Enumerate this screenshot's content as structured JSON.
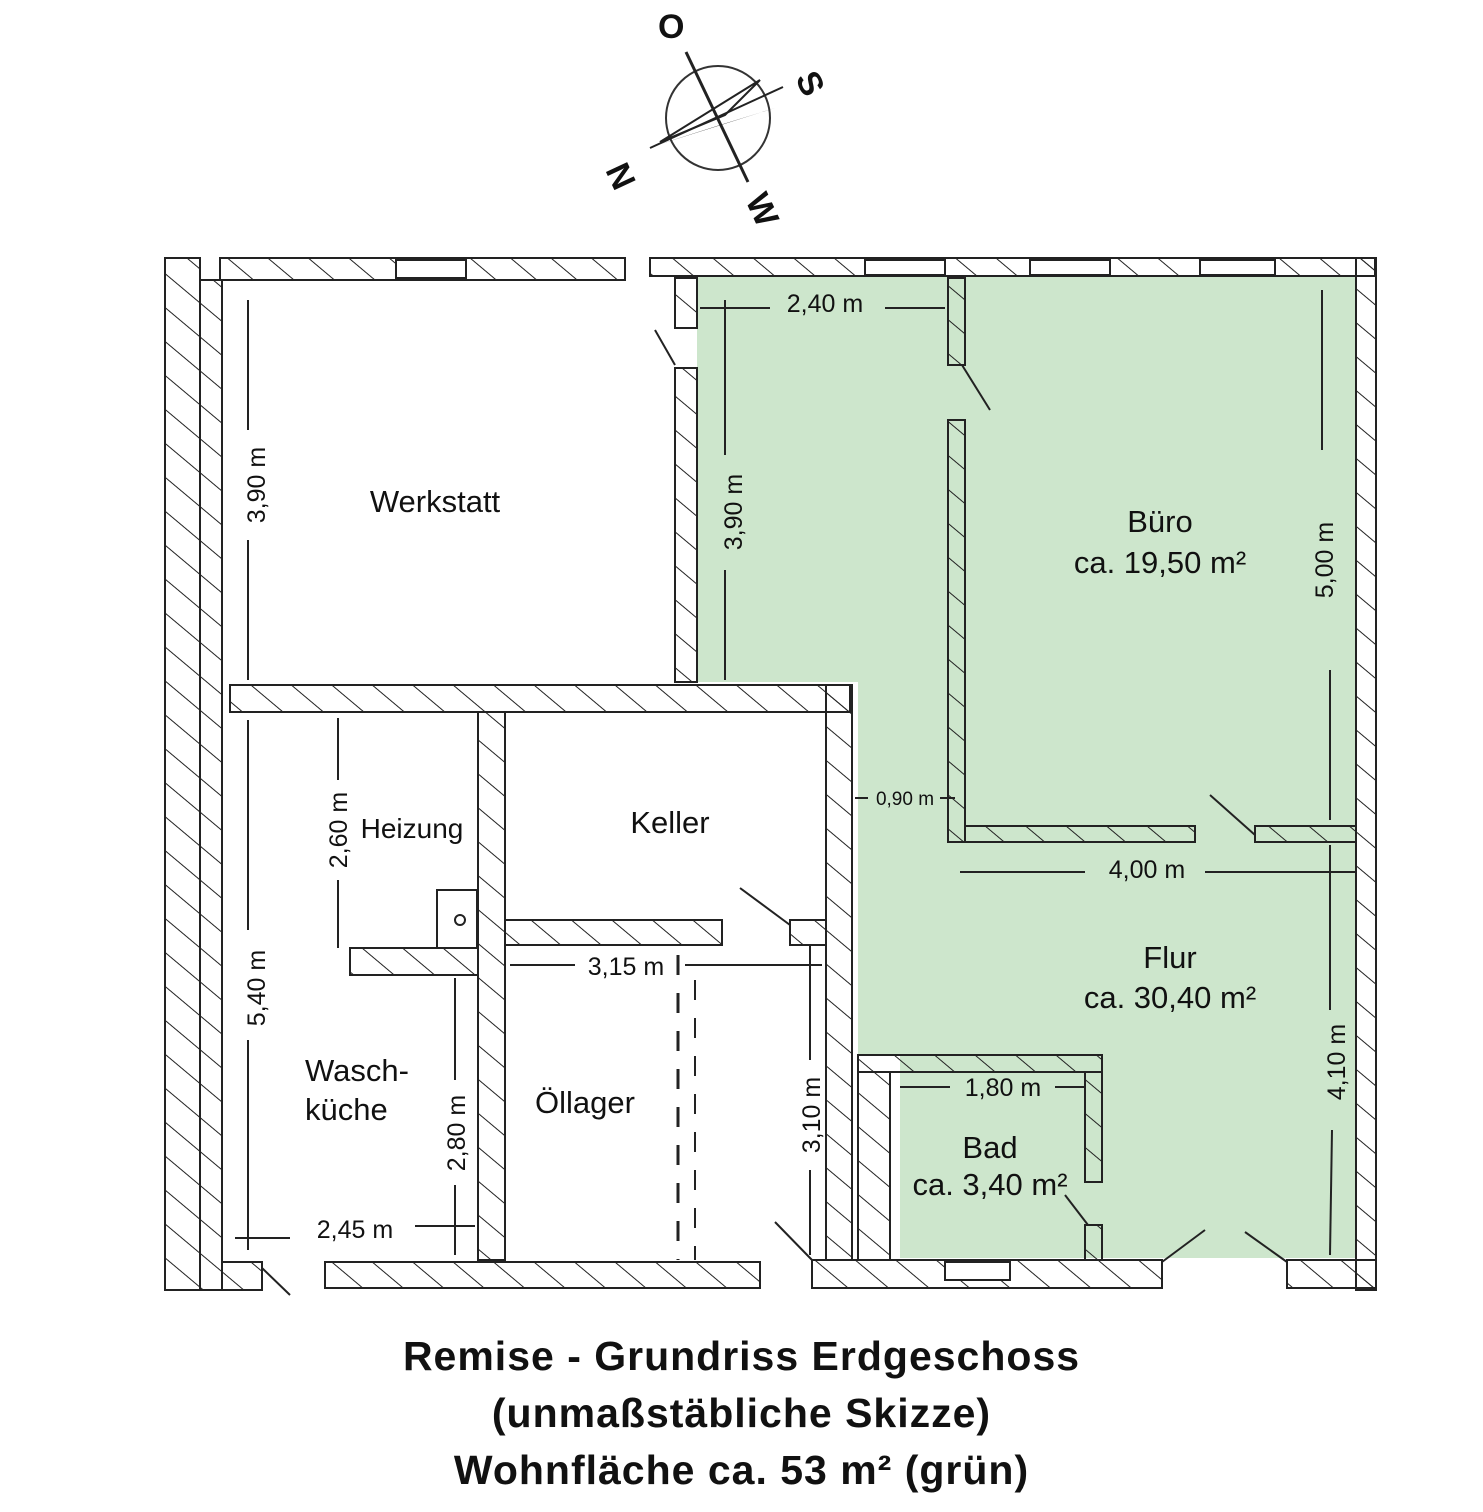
{
  "compass": {
    "north": "N",
    "south": "S",
    "east": "O",
    "west": "W"
  },
  "rooms": {
    "werkstatt": {
      "name": "Werkstatt"
    },
    "buero": {
      "name": "Büro",
      "area": "ca. 19,50 m²"
    },
    "flur": {
      "name": "Flur",
      "area": "ca. 30,40 m²"
    },
    "bad": {
      "name": "Bad",
      "area": "ca. 3,40 m²"
    },
    "heizung": {
      "name": "Heizung"
    },
    "keller": {
      "name": "Keller"
    },
    "waschkueche": {
      "name_line1": "Wasch-",
      "name_line2": "küche"
    },
    "oellager": {
      "name": "Öllager"
    }
  },
  "dimensions": {
    "werkstatt_left": "3,90 m",
    "flur_top": "2,40 m",
    "flur_left": "3,90 m",
    "buero_right": "5,00 m",
    "gap": "0,90 m",
    "buero_bottom": "4,00 m",
    "heizung": "2,60 m",
    "left_lower": "5,40 m",
    "oellager_top": "3,15 m",
    "bad_top": "1,80 m",
    "flur_right": "4,10 m",
    "wasch_right": "2,80 m",
    "oellager_right": "3,10 m",
    "wasch_bottom": "2,45 m"
  },
  "colors": {
    "living_area": "#cde6cc"
  },
  "title": {
    "line1": "Remise - Grundriss Erdgeschoss",
    "line2": "(unmaßstäbliche Skizze)",
    "line3": "Wohnfläche ca. 53 m² (grün)"
  }
}
